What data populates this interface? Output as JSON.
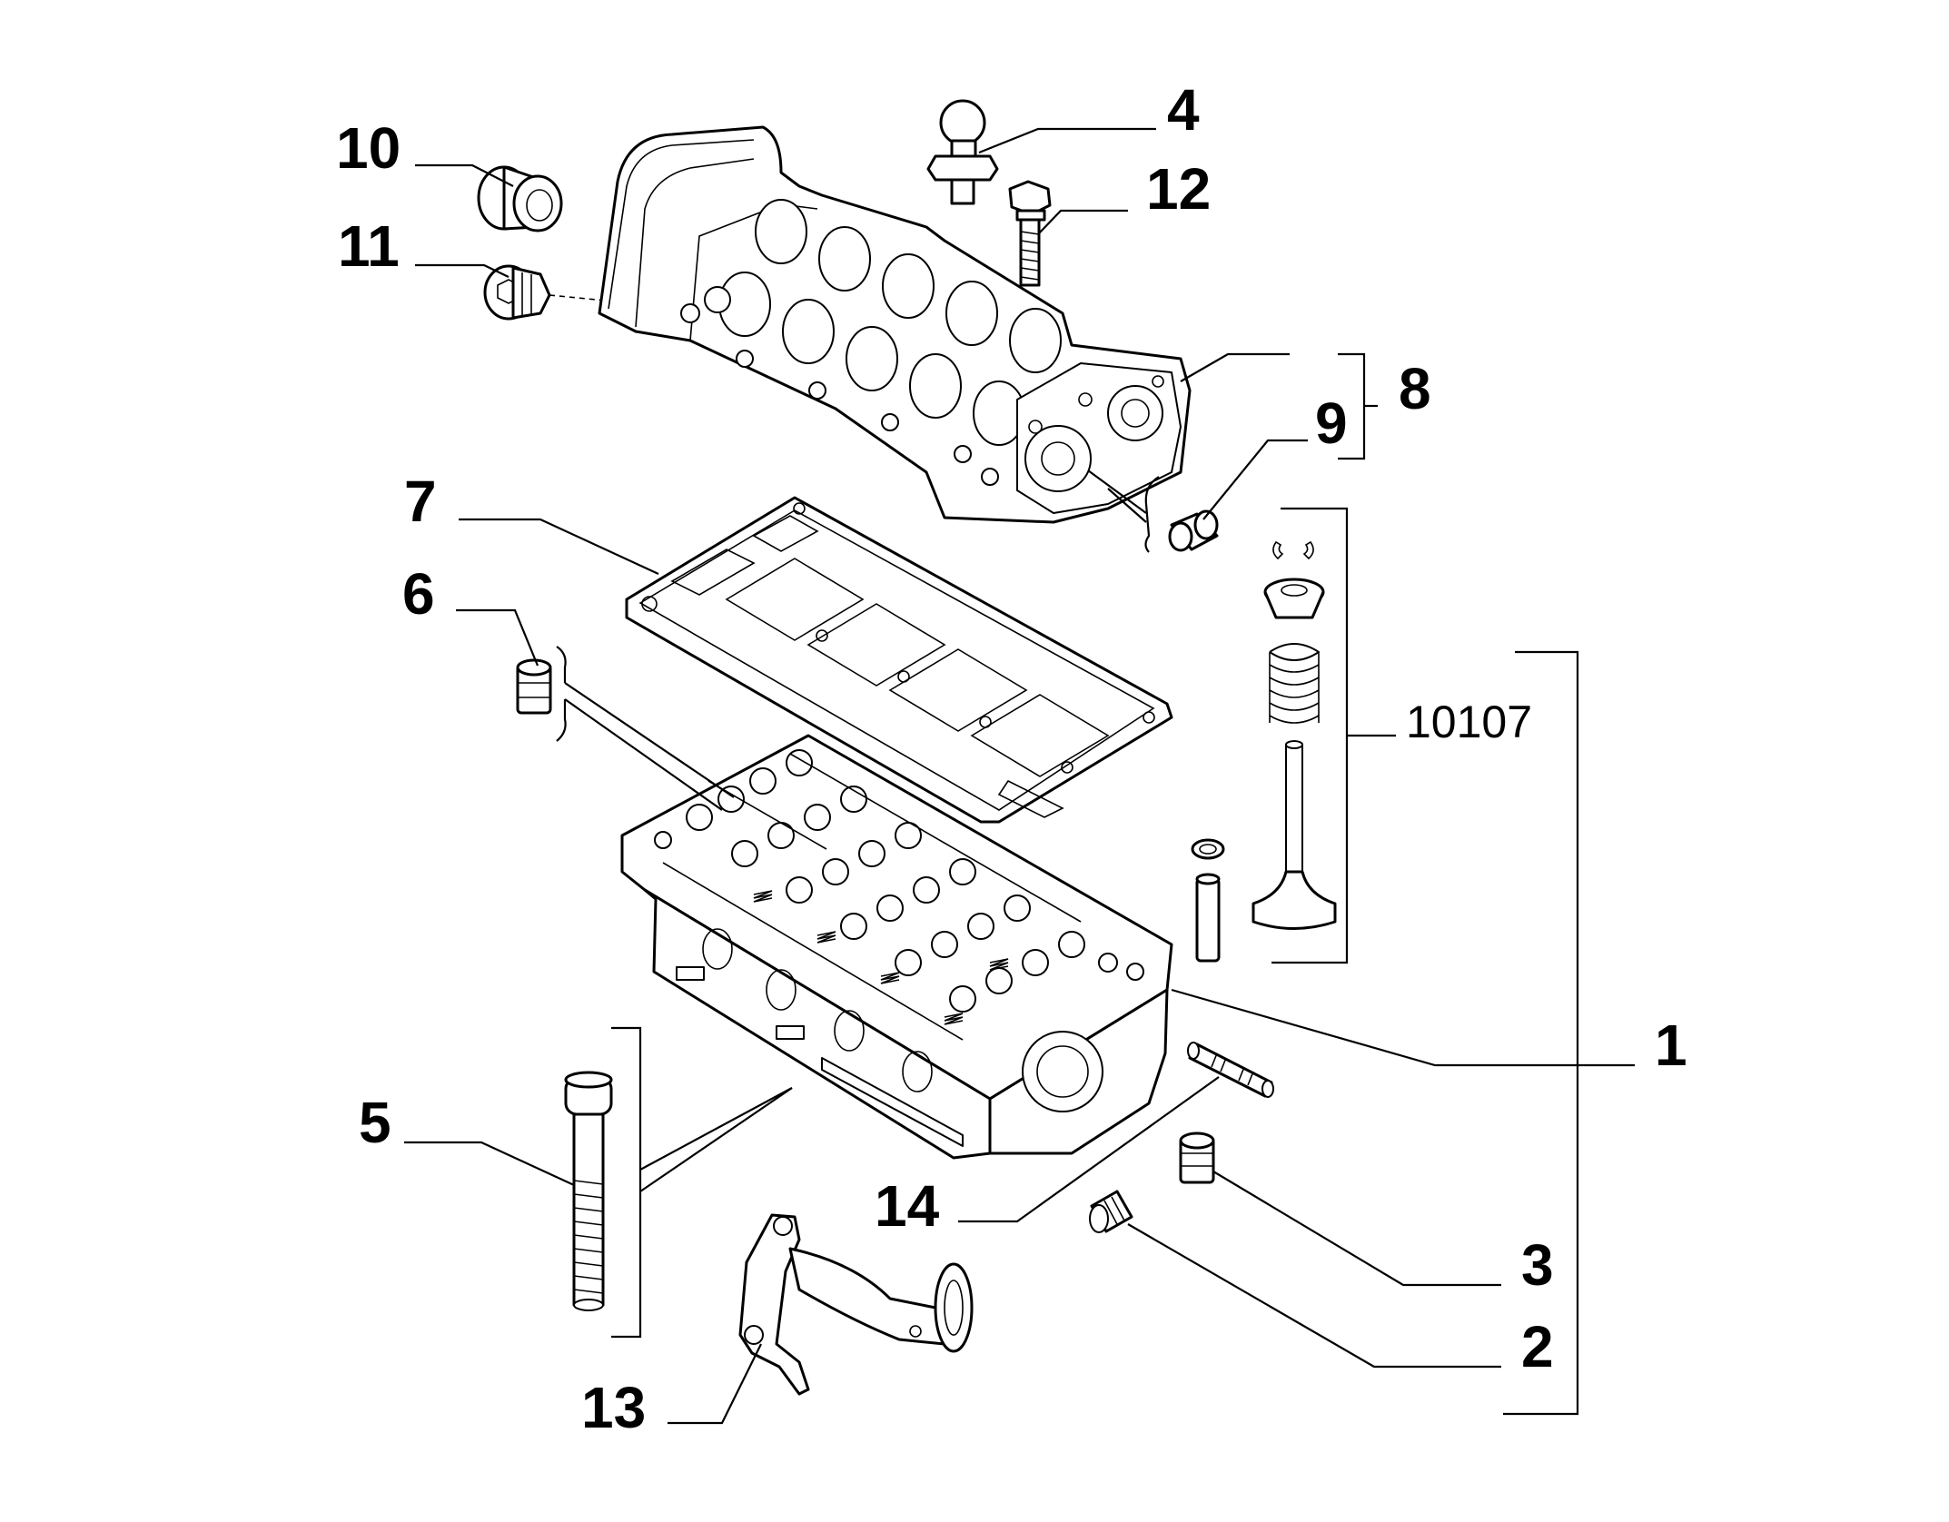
{
  "callouts": {
    "c1": "1",
    "c2": "2",
    "c3": "3",
    "c4": "4",
    "c5": "5",
    "c6": "6",
    "c7": "7",
    "c8": "8",
    "c9": "9",
    "c10": "10",
    "c11": "11",
    "c12": "12",
    "c13": "13",
    "c14": "14",
    "group": "10107"
  },
  "parts": [
    {
      "id": "cylinder-head",
      "callout": "1"
    },
    {
      "id": "plug",
      "callout": "2"
    },
    {
      "id": "dowel-bush",
      "callout": "3"
    },
    {
      "id": "sensor",
      "callout": "4"
    },
    {
      "id": "head-bolt",
      "callout": "5"
    },
    {
      "id": "centering-dowel",
      "callout": "6"
    },
    {
      "id": "head-gasket",
      "callout": "7"
    },
    {
      "id": "camshaft-carrier",
      "callout": "8"
    },
    {
      "id": "dowel-sleeve",
      "callout": "9"
    },
    {
      "id": "plug-large",
      "callout": "10"
    },
    {
      "id": "plug-small",
      "callout": "11"
    },
    {
      "id": "bolt",
      "callout": "12"
    },
    {
      "id": "coolant-pipe",
      "callout": "13"
    },
    {
      "id": "stud",
      "callout": "14"
    },
    {
      "id": "valve-assembly",
      "callout": "10107"
    }
  ]
}
